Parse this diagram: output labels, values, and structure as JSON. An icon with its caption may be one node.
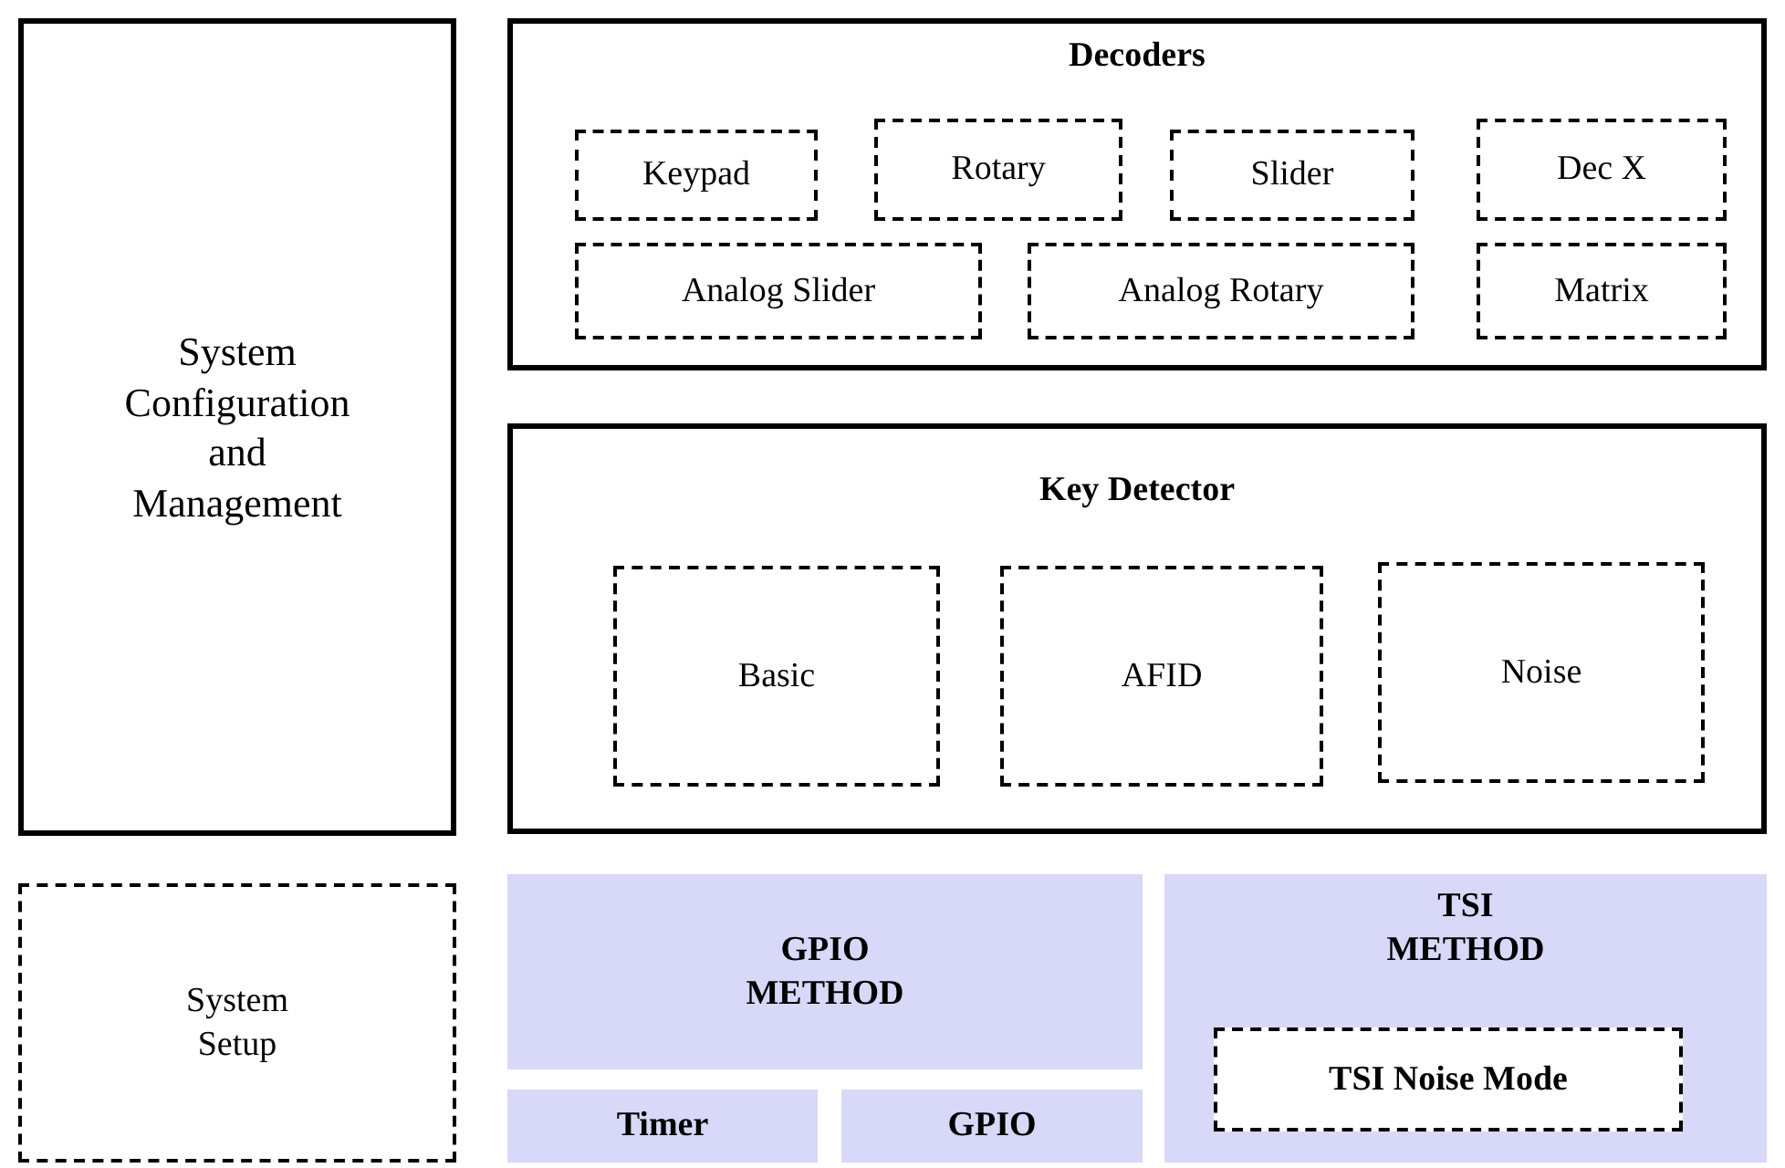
{
  "diagram": {
    "nodes": [
      {
        "text": [
          "System Configuration and Management"
        ]
      },
      {
        "text": [
          "Decoders"
        ]
      },
      {
        "text": [
          "Keypad"
        ],
        "in": 1
      },
      {
        "text": [
          "Rotary"
        ],
        "in": 1
      },
      {
        "text": [
          "Slider"
        ],
        "in": 1
      },
      {
        "text": [
          "Dec X"
        ],
        "in": 1
      },
      {
        "text": [
          "Analog Slider"
        ],
        "in": 1
      },
      {
        "text": [
          "Analog Rotary"
        ],
        "in": 1
      },
      {
        "text": [
          "Matrix"
        ],
        "in": 1
      },
      {
        "text": [
          "Key Detector"
        ]
      },
      {
        "text": [
          "Basic"
        ],
        "in": 9
      },
      {
        "text": [
          "AFID"
        ],
        "in": 9
      },
      {
        "text": [
          "Noise"
        ],
        "in": 9
      },
      {
        "text": [
          "System Setup"
        ]
      },
      {
        "text": [
          "GPIO METHOD"
        ]
      },
      {
        "text": [
          "TSI METHOD"
        ]
      },
      {
        "text": [
          "TSI Noise Mode"
        ],
        "in": 15
      },
      {
        "text": [
          "Timer"
        ]
      },
      {
        "text": [
          "GPIO"
        ]
      }
    ]
  }
}
